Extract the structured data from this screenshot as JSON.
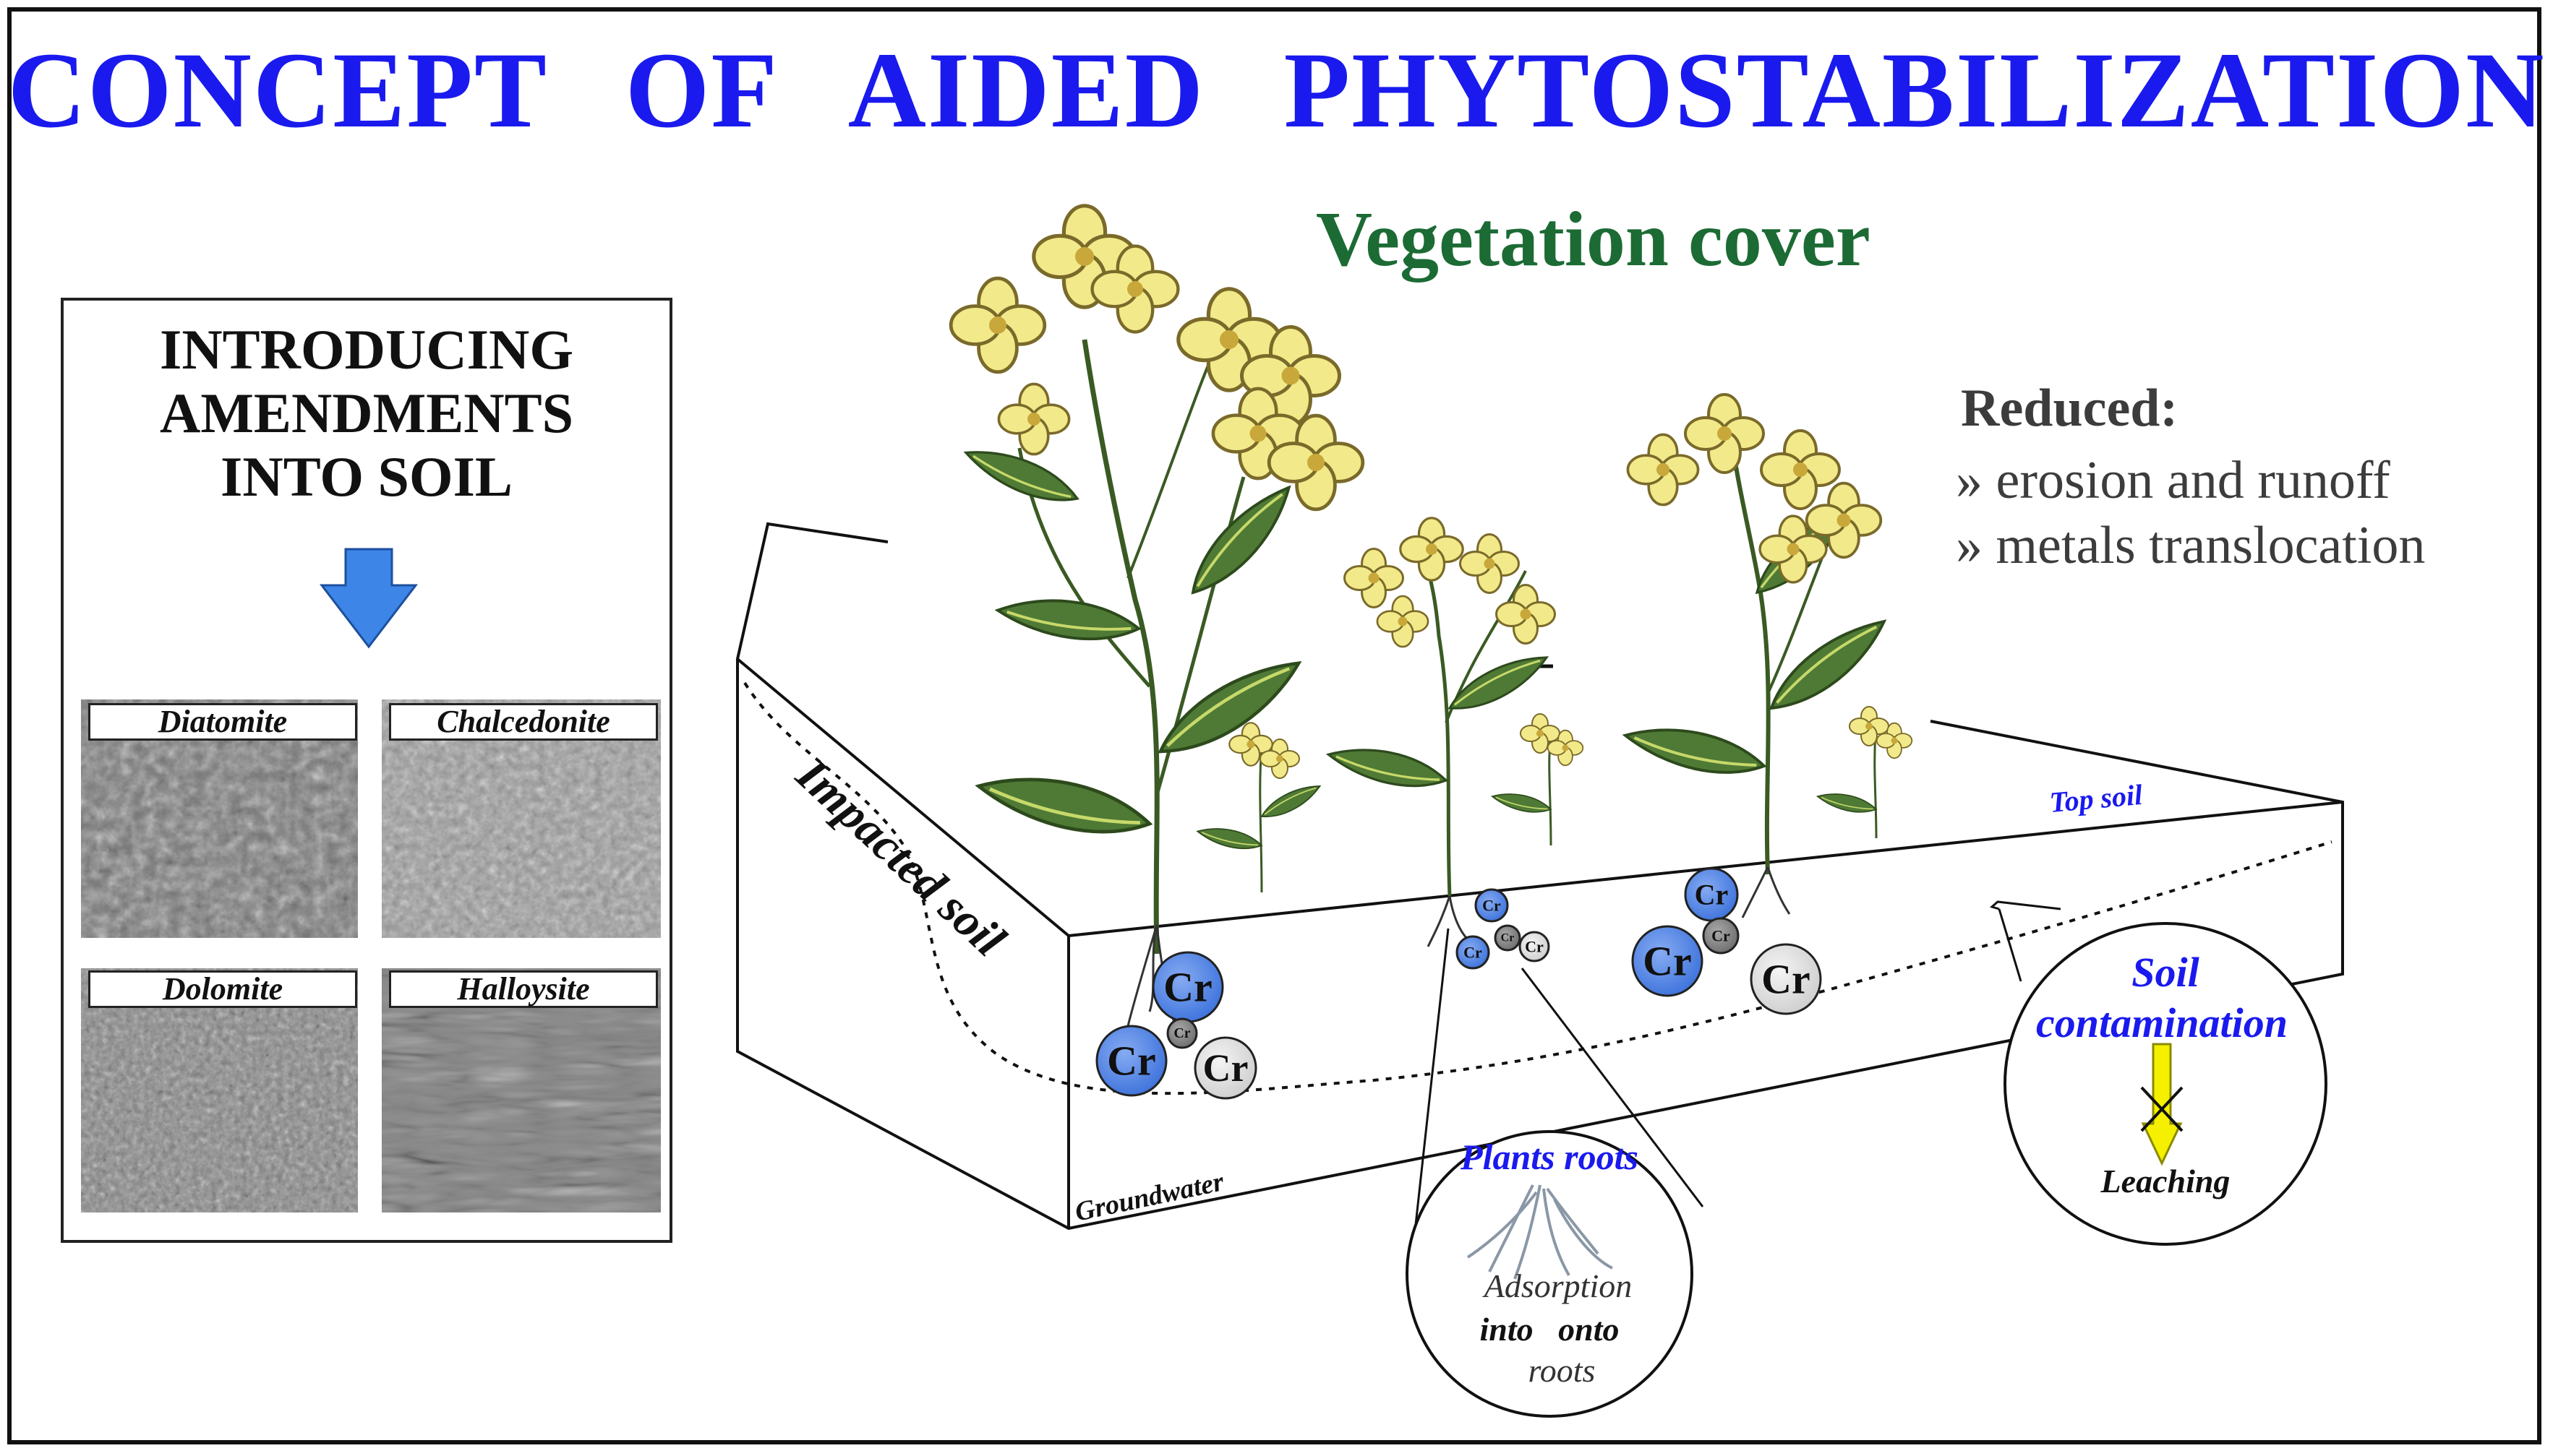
{
  "title": "CONCEPT OF AIDED PHYTOSTABILIZATION",
  "vegetation_label": "Vegetation cover",
  "reduced": {
    "heading": "Reduced:",
    "items": [
      "» erosion and runoff",
      "» metals translocation"
    ]
  },
  "amendments": {
    "heading_lines": [
      "INTRODUCING",
      "AMENDMENTS",
      "INTO SOIL"
    ],
    "materials": [
      "Diatomite",
      "Chalcedonite",
      "Dolomite",
      "Halloysite"
    ]
  },
  "soil": {
    "impacted_label": "Impacted soil",
    "top_label": "Top soil",
    "groundwater_label": "Groundwater"
  },
  "metal_symbol": "Cr",
  "roots_callout": {
    "title": "Plants roots",
    "line1": "Adsorption",
    "line2": "into   onto",
    "line3": "roots"
  },
  "contamination_callout": {
    "title_lines": [
      "Soil",
      "contamination"
    ],
    "caption": "Leaching"
  },
  "colors": {
    "title_blue": "#1a1aee",
    "vegetation_green": "#1c6b34",
    "metal_blue": "#4b82e6",
    "metal_grey": "#e2e2e2",
    "arrow_blue": "#3d86e8",
    "flower_yellow": "#f2e98a",
    "leaf_green": "#4f7a35",
    "leaching_arrow": "#f4f000"
  }
}
